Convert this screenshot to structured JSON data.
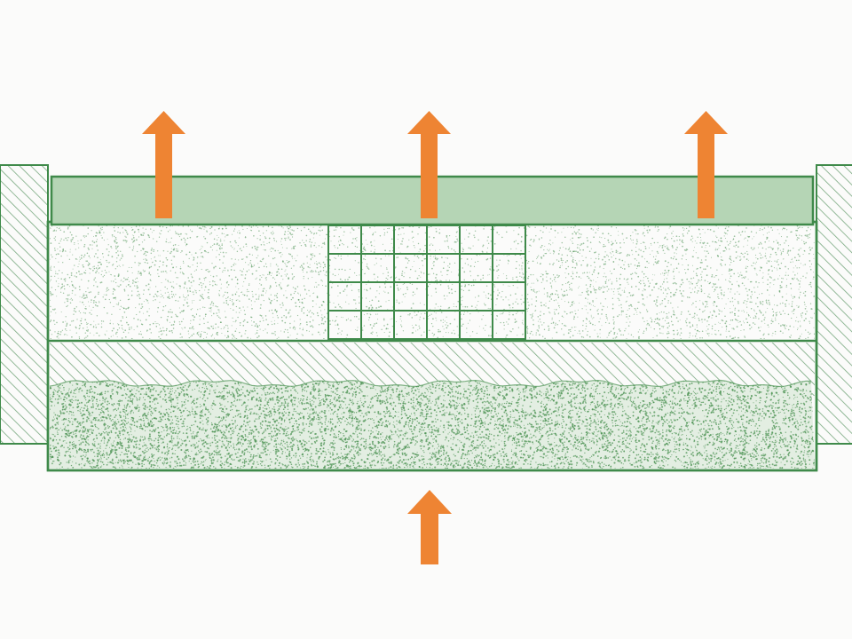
{
  "diagram": {
    "kind": "filter-layer-cross-section",
    "labels": [],
    "colors": {
      "background": "#fbfbfa",
      "outline": "#3f8a4a",
      "top_layer_fill": "#b5d5b5",
      "hatch": "#78a87f",
      "speckle": "#4f9456",
      "arrow": "#ee8433"
    },
    "layers": [
      {
        "id": "top-green-layer",
        "pattern": "solid"
      },
      {
        "id": "speckled-layer",
        "pattern": "fine-speckle"
      },
      {
        "id": "grid-insert",
        "pattern": "grid",
        "columns": 6,
        "rows": 4
      },
      {
        "id": "hatched-band",
        "pattern": "diagonal-hatch"
      },
      {
        "id": "dense-bottom-layer",
        "pattern": "dense-speckle"
      }
    ],
    "side_walls": [
      {
        "id": "left-wall",
        "pattern": "diagonal-hatch"
      },
      {
        "id": "right-wall",
        "pattern": "diagonal-hatch"
      }
    ],
    "arrows": [
      {
        "id": "outflow-left",
        "direction": "up"
      },
      {
        "id": "outflow-middle",
        "direction": "up"
      },
      {
        "id": "outflow-right",
        "direction": "up"
      },
      {
        "id": "inflow-bottom",
        "direction": "up"
      }
    ]
  }
}
